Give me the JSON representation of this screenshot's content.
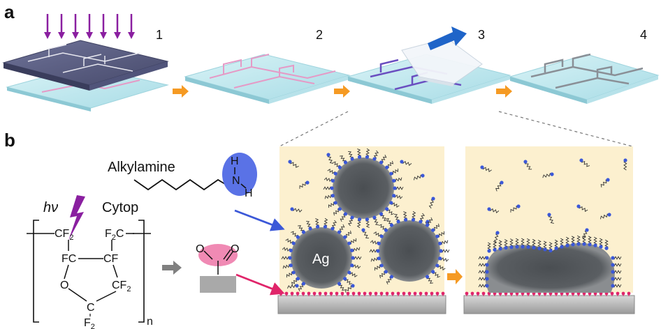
{
  "panel_a": {
    "label": "a",
    "steps": [
      "1",
      "2",
      "3",
      "4"
    ]
  },
  "panel_b": {
    "label": "b",
    "alkylamine_label": "Alkylamine",
    "amine_atoms": {
      "h_top": "H",
      "n": "N",
      "h_bottom": "H"
    },
    "light_label": "hν",
    "cytop_label": "Cytop",
    "repeat_subscript": "n",
    "cytop_groups": {
      "cf2_left": "CF",
      "cf2_left_sub": "2",
      "cf2_right": "F",
      "cf2_right_sub": "2",
      "cf2_right_c": "C",
      "fc": "FC",
      "cf": "CF",
      "o": "O",
      "cf2_ring": "CF",
      "cf2_ring_sub": "2",
      "c_bottom": "C",
      "f2_bottom": "F",
      "f2_bottom_sub": "2"
    },
    "nanoparticle_label": "Ag"
  },
  "colors": {
    "substrate": "#bfe7ee",
    "mask": "#5b5f84",
    "pattern_pink": "#e59ac6",
    "pattern_purple": "#6a4fc0",
    "pattern_grey": "#8a8f96",
    "uv_arrow": "#8a1fa0",
    "process_arrow": "#f59a23",
    "peel_arrow": "#1f64c8",
    "panel_bg": "#fcf0cf",
    "nanoparticle": "#55595d",
    "ligand_head": "#3b58d8",
    "surface_dot": "#e0256a",
    "amine_ellipse": "#5a72e6",
    "carboxyl_ellipse": "#f08ab4"
  }
}
